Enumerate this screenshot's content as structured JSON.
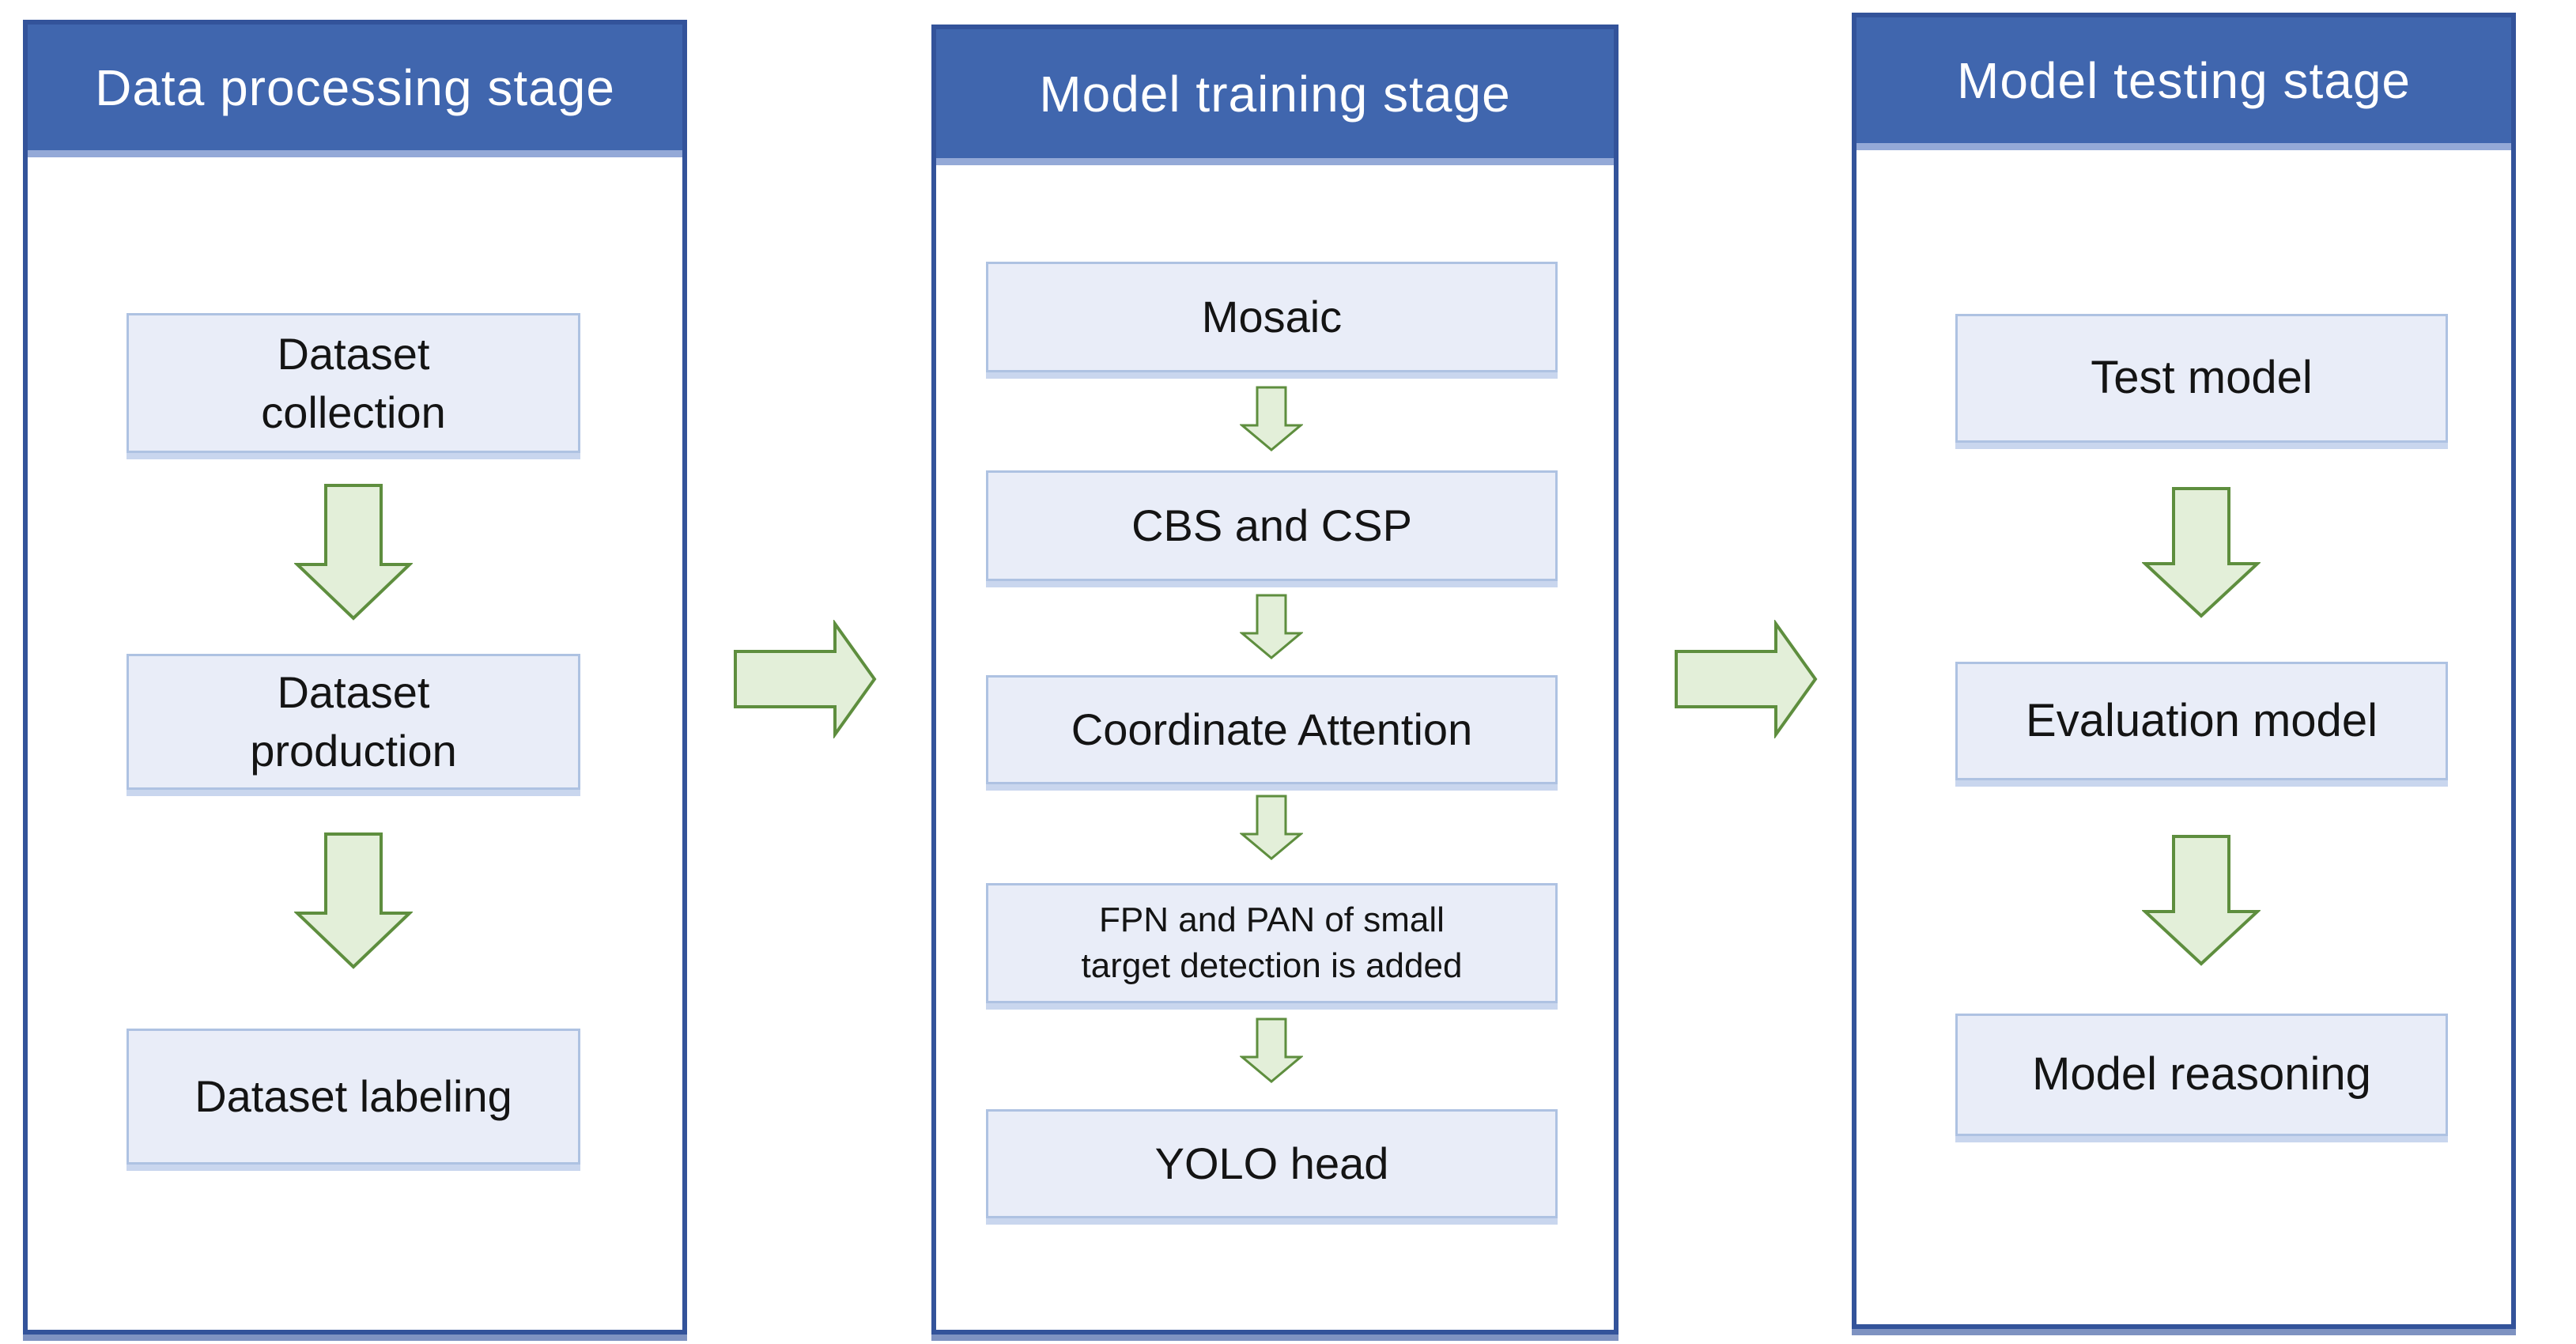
{
  "diagram": {
    "panels": [
      {
        "title": "Data processing stage",
        "boxes": [
          {
            "label": "Dataset\ncollection"
          },
          {
            "label": "Dataset\nproduction"
          },
          {
            "label": "Dataset labeling"
          }
        ]
      },
      {
        "title": "Model training stage",
        "boxes": [
          {
            "label": "Mosaic"
          },
          {
            "label": "CBS and CSP"
          },
          {
            "label": "Coordinate Attention"
          },
          {
            "label": "FPN and PAN of small\ntarget detection is added"
          },
          {
            "label": "YOLO head"
          }
        ]
      },
      {
        "title": "Model testing stage",
        "boxes": [
          {
            "label": "Test model"
          },
          {
            "label": "Evaluation model"
          },
          {
            "label": "Model reasoning"
          }
        ]
      }
    ],
    "colors": {
      "header_fill": "#4066AE",
      "header_text": "#FFFFFF",
      "panel_border": "#33539A",
      "panel_border_shadow": "#7E92C1",
      "header_divider": "#94A9D7",
      "box_fill": "#E9EDF8",
      "box_border": "#AEC2E2",
      "box_bottom_shadow": "#C9D6EE",
      "box_text": "#141414",
      "arrow_fill": "#E3EFD9",
      "arrow_border": "#5E8E3E"
    }
  }
}
